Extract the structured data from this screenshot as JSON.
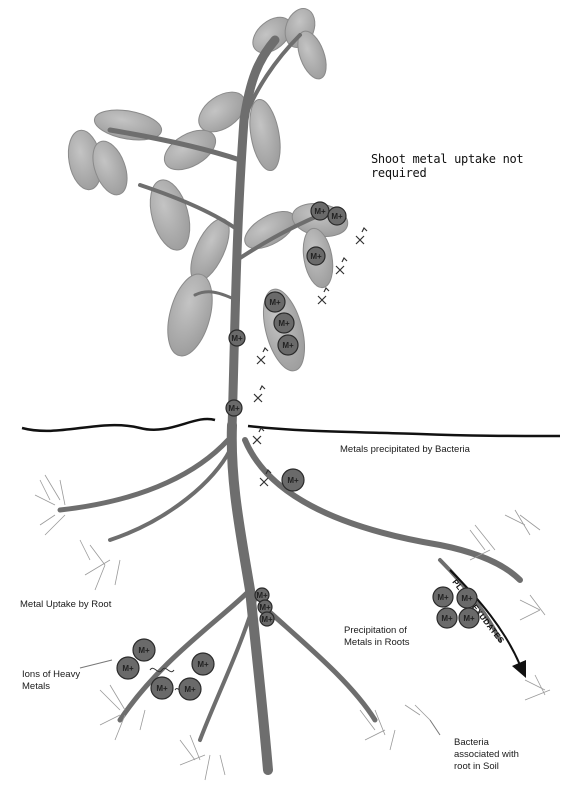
{
  "diagram": {
    "labels": {
      "shoot_uptake": "Shoot metal uptake not required",
      "metals_precipitated": "Metals precipitated by Bacteria",
      "metal_uptake_root": "Metal Uptake by Root",
      "precipitation_line1": "Precipitation of",
      "precipitation_line2": "Metals in Roots",
      "ions_line1": "Ions of Heavy",
      "ions_line2": "Metals",
      "bacteria_line1": "Bacteria",
      "bacteria_line2": "associated with",
      "bacteria_line3": "root in Soil",
      "plant_exudates": "PLANT EXUDATES"
    },
    "ion_label": "M+",
    "colors": {
      "stem": "#6e6e6e",
      "leaf": "#a9a9a9",
      "leaf_edge": "#8a8a8a",
      "ion_fill": "#6a6a6a",
      "ion_edge": "#2b2b2b",
      "ground": "#111111",
      "roothair": "#9a9a9a"
    }
  }
}
